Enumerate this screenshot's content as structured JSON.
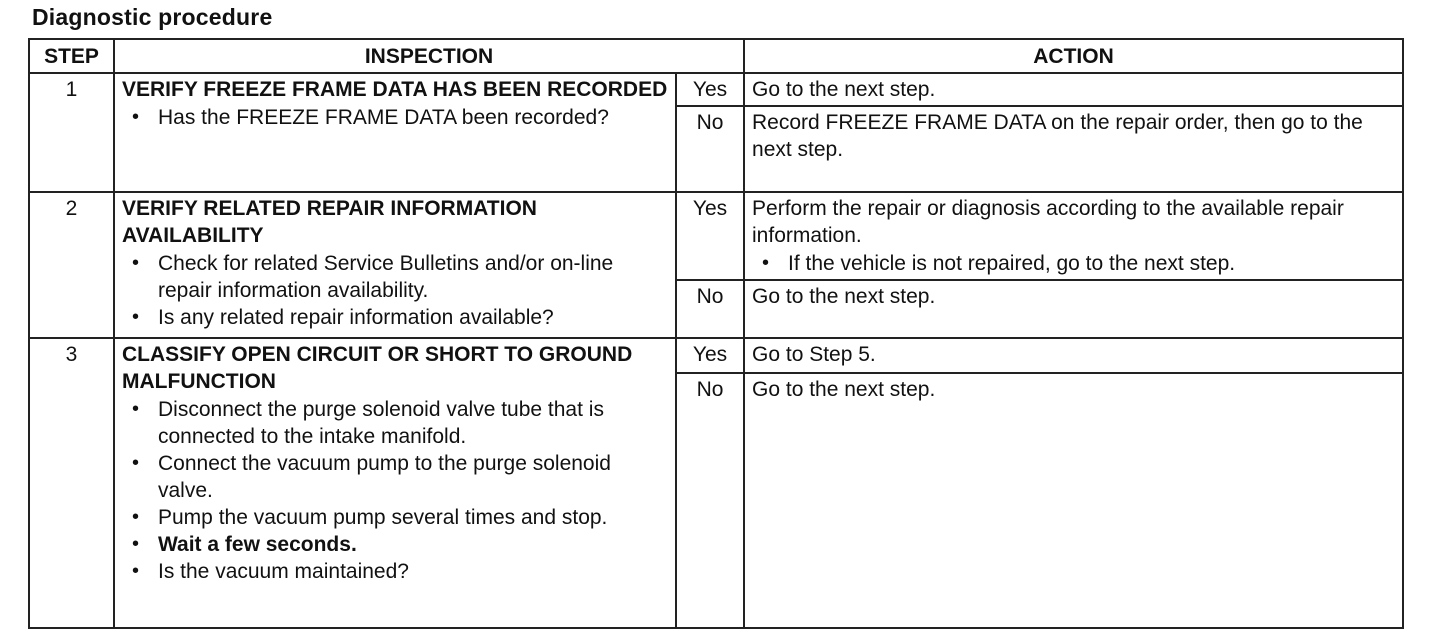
{
  "title": "Diagnostic procedure",
  "headers": {
    "step": "STEP",
    "inspection": "INSPECTION",
    "action": "ACTION"
  },
  "rows": [
    {
      "step": "1",
      "title": "VERIFY FREEZE FRAME DATA HAS BEEN RECORDED",
      "bullets": [
        "Has the FREEZE FRAME DATA been recorded?"
      ],
      "yes_label": "Yes",
      "yes_action": "Go to the next step.",
      "no_label": "No",
      "no_action": "Record FREEZE FRAME DATA on the repair order, then go to the next step."
    },
    {
      "step": "2",
      "title": "VERIFY RELATED REPAIR INFORMATION AVAILABILITY",
      "bullets": [
        "Check for related Service Bulletins and/or on-line repair information availability.",
        "Is any related repair information available?"
      ],
      "yes_label": "Yes",
      "yes_action": "Perform the repair or diagnosis according to the available repair information.",
      "yes_action_bullet": "If the vehicle is not repaired, go to the next step.",
      "no_label": "No",
      "no_action": "Go to the next step."
    },
    {
      "step": "3",
      "title": "CLASSIFY OPEN CIRCUIT OR SHORT TO GROUND MALFUNCTION",
      "bullets": [
        "Disconnect the purge solenoid valve tube that is connected to the intake manifold.",
        "Connect the vacuum pump to the purge solenoid valve.",
        "Pump the vacuum pump several times and stop.",
        "Wait a few seconds.",
        "Is the vacuum maintained?"
      ],
      "yes_label": "Yes",
      "yes_action": "Go to Step 5.",
      "no_label": "No",
      "no_action": "Go to the next step."
    }
  ]
}
